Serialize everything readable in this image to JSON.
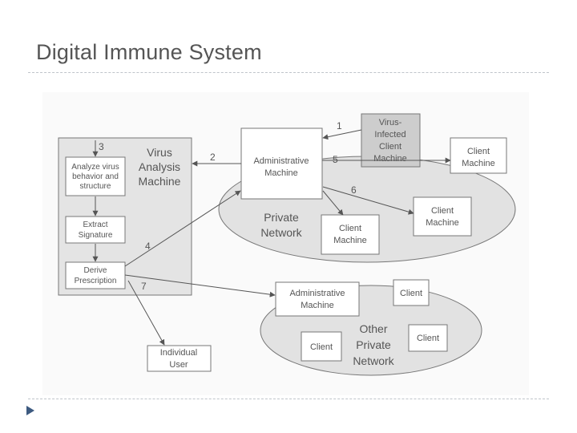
{
  "slide": {
    "title": "Digital Immune System"
  },
  "diagram": {
    "vam": {
      "line1": "Virus",
      "line2": "Analysis",
      "line3": "Machine"
    },
    "analyze": {
      "line1": "Analyze virus",
      "line2": "behavior and",
      "line3": "structure"
    },
    "extract": {
      "line1": "Extract",
      "line2": "Signature"
    },
    "derive": {
      "line1": "Derive",
      "line2": "Prescription"
    },
    "admin_main": {
      "line1": "Administrative",
      "line2": "Machine"
    },
    "infected": {
      "line1": "Virus-",
      "line2": "Infected",
      "line3": "Client",
      "line4": "Machine"
    },
    "client_top_right": {
      "line1": "Client",
      "line2": "Machine"
    },
    "client_mid_right": {
      "line1": "Client",
      "line2": "Machine"
    },
    "client_private": {
      "line1": "Client",
      "line2": "Machine"
    },
    "private_network": {
      "line1": "Private",
      "line2": "Network"
    },
    "admin_other": {
      "line1": "Administrative",
      "line2": "Machine"
    },
    "client_other_top": {
      "label": "Client"
    },
    "client_other_left": {
      "label": "Client"
    },
    "client_other_right": {
      "label": "Client"
    },
    "other_network": {
      "line1": "Other",
      "line2": "Private",
      "line3": "Network"
    },
    "individual": {
      "line1": "Individual",
      "line2": "User"
    },
    "steps": {
      "s1": "1",
      "s2": "2",
      "s3": "3",
      "s4": "4",
      "s5": "5",
      "s6": "6",
      "s7": "7"
    }
  }
}
